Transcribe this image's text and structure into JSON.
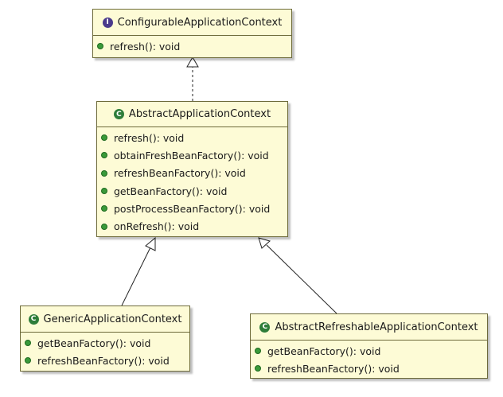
{
  "diagram": {
    "classes": [
      {
        "id": "configurable",
        "name": "ConfigurableApplicationContext",
        "stereotype": "interface",
        "icon_letter": "I",
        "methods": [
          "refresh(): void"
        ]
      },
      {
        "id": "abstract",
        "name": "AbstractApplicationContext",
        "stereotype": "class",
        "icon_letter": "C",
        "methods": [
          "refresh(): void",
          "obtainFreshBeanFactory(): void",
          "refreshBeanFactory(): void",
          "getBeanFactory(): void",
          "postProcessBeanFactory(): void",
          "onRefresh(): void"
        ]
      },
      {
        "id": "generic",
        "name": "GenericApplicationContext",
        "stereotype": "class",
        "icon_letter": "C",
        "methods": [
          "getBeanFactory(): void",
          "refreshBeanFactory(): void"
        ]
      },
      {
        "id": "refreshable",
        "name": "AbstractRefreshableApplicationContext",
        "stereotype": "class",
        "icon_letter": "C",
        "methods": [
          "getBeanFactory(): void",
          "refreshBeanFactory(): void"
        ]
      }
    ],
    "relations": [
      {
        "from": "abstract",
        "to": "configurable",
        "kind": "realization"
      },
      {
        "from": "generic",
        "to": "abstract",
        "kind": "generalization"
      },
      {
        "from": "refreshable",
        "to": "abstract",
        "kind": "generalization"
      }
    ],
    "colors": {
      "box_fill": "#fdfbd6",
      "box_border": "#6d6a3a",
      "interface_icon": "#4a3a8c",
      "class_icon": "#2e7d3a",
      "method_dot": "#3a9a3a"
    }
  }
}
